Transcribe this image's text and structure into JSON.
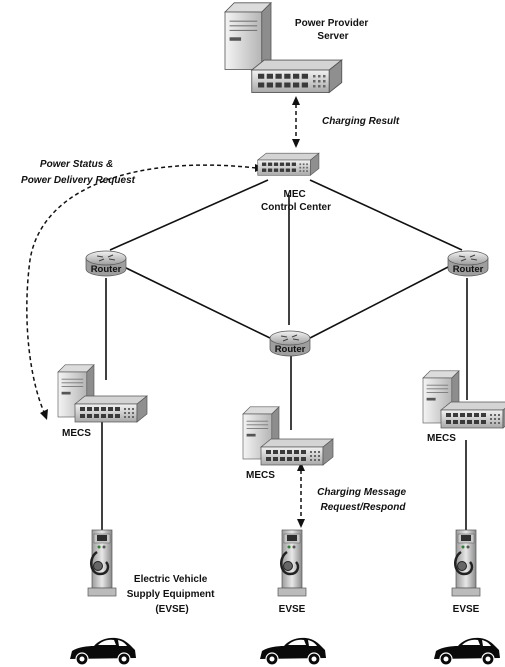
{
  "labels": {
    "power_provider_line1": "Power Provider",
    "power_provider_line2": "Server",
    "charging_result": "Charging Result",
    "power_status_line1": "Power Status &",
    "power_status_line2": "Power Delivery Request",
    "mec_line1": "MEC",
    "mec_line2": "Control Center",
    "router_left": "Router",
    "router_center": "Router",
    "router_right": "Router",
    "mecs_left": "MECS",
    "mecs_center": "MECS",
    "mecs_right": "MECS",
    "charging_msg_line1": "Charging Message",
    "charging_msg_line2": "Request/Respond",
    "evse_desc_line1": "Electric Vehicle",
    "evse_desc_line2": "Supply Equipment",
    "evse_desc_line3": "(EVSE)",
    "evse_center": "EVSE",
    "evse_right": "EVSE"
  },
  "colors": {
    "line": "#111111",
    "device_light": "#e6e6e6",
    "device_mid": "#bdbdbd",
    "device_dark": "#6e6e6e",
    "port": "#3a3a3a",
    "car": "#0a0a0a"
  }
}
